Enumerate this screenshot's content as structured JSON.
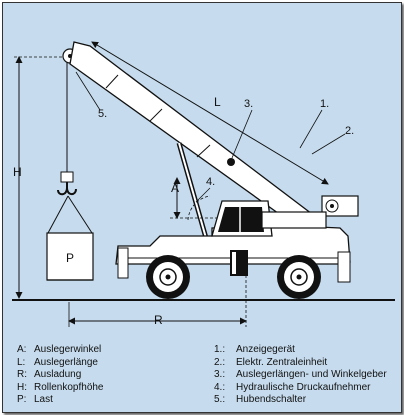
{
  "labels": {
    "L": "L",
    "R": "R",
    "H": "H",
    "A": "A",
    "P": "P",
    "n1": "1.",
    "n2": "2.",
    "n3": "3.",
    "n4": "4.",
    "n5": "5."
  },
  "legend_left": [
    {
      "key": "A:",
      "text": "Auslegerwinkel"
    },
    {
      "key": "L:",
      "text": "Auslegerlänge"
    },
    {
      "key": "R:",
      "text": "Ausladung"
    },
    {
      "key": "H:",
      "text": "Rollenkopfhöhe"
    },
    {
      "key": "P:",
      "text": "Last"
    }
  ],
  "legend_right": [
    {
      "key": "1.:",
      "text": "Anzeigegerät"
    },
    {
      "key": "2.:",
      "text": "Elektr. Zentraleinheit"
    },
    {
      "key": "3.:",
      "text": "Auslegerlängen- und Winkelgeber"
    },
    {
      "key": "4.:",
      "text": "Hydraulische Druckaufnehmer"
    },
    {
      "key": "5.:",
      "text": "Hubendschalter"
    }
  ]
}
